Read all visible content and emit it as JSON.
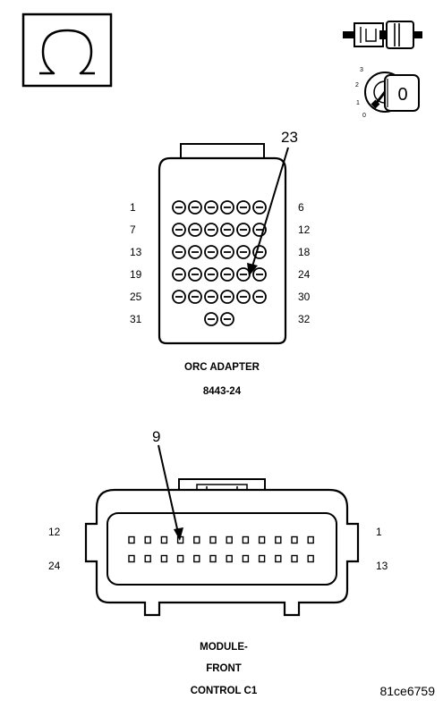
{
  "ohmmeter_symbol": {
    "icon": "ohm-meter-icon"
  },
  "ignition_key": {
    "icon": "ignition-key-icon",
    "positions": [
      "3",
      "2",
      "1",
      "0"
    ],
    "key_label": "0"
  },
  "orc_adapter": {
    "callout": "23",
    "row_labels_left": [
      "1",
      "7",
      "13",
      "19",
      "25",
      "31"
    ],
    "row_labels_right": [
      "6",
      "12",
      "18",
      "24",
      "30",
      "32"
    ],
    "caption_line1": "ORC ADAPTER",
    "caption_line2": "8443-24"
  },
  "module_front_control": {
    "callout": "9",
    "labels_left": [
      "12",
      "24"
    ],
    "labels_right": [
      "1",
      "13"
    ],
    "caption_line1": "MODULE-",
    "caption_line2": "FRONT",
    "caption_line3": "CONTROL C1"
  },
  "figure_id": "81ce6759"
}
